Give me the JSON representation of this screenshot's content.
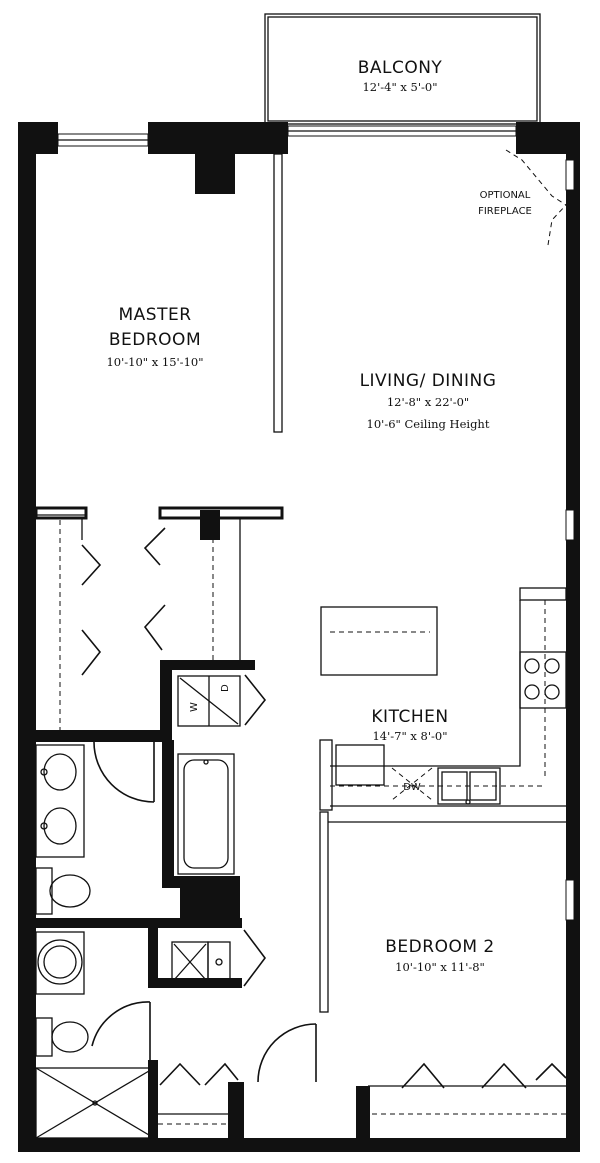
{
  "rooms": {
    "balcony": {
      "name": "BALCONY",
      "dims": "12'-4\" x 5'-0\""
    },
    "master_bedroom": {
      "name_line1": "MASTER",
      "name_line2": "BEDROOM",
      "dims": "10'-10\" x 15'-10\""
    },
    "living_dining": {
      "name": "LIVING/ DINING",
      "dims": "12'-8\" x 22'-0\"",
      "note": "10'-6\" Ceiling Height"
    },
    "kitchen": {
      "name": "KITCHEN",
      "dims": "14'-7\" x 8'-0\""
    },
    "bedroom2": {
      "name": "BEDROOM 2",
      "dims": "10'-10\" x 11'-8\""
    }
  },
  "labels": {
    "fireplace_line1": "OPTIONAL",
    "fireplace_line2": "FIREPLACE",
    "dishwasher": "DW",
    "washer": "W",
    "dryer": "D"
  }
}
